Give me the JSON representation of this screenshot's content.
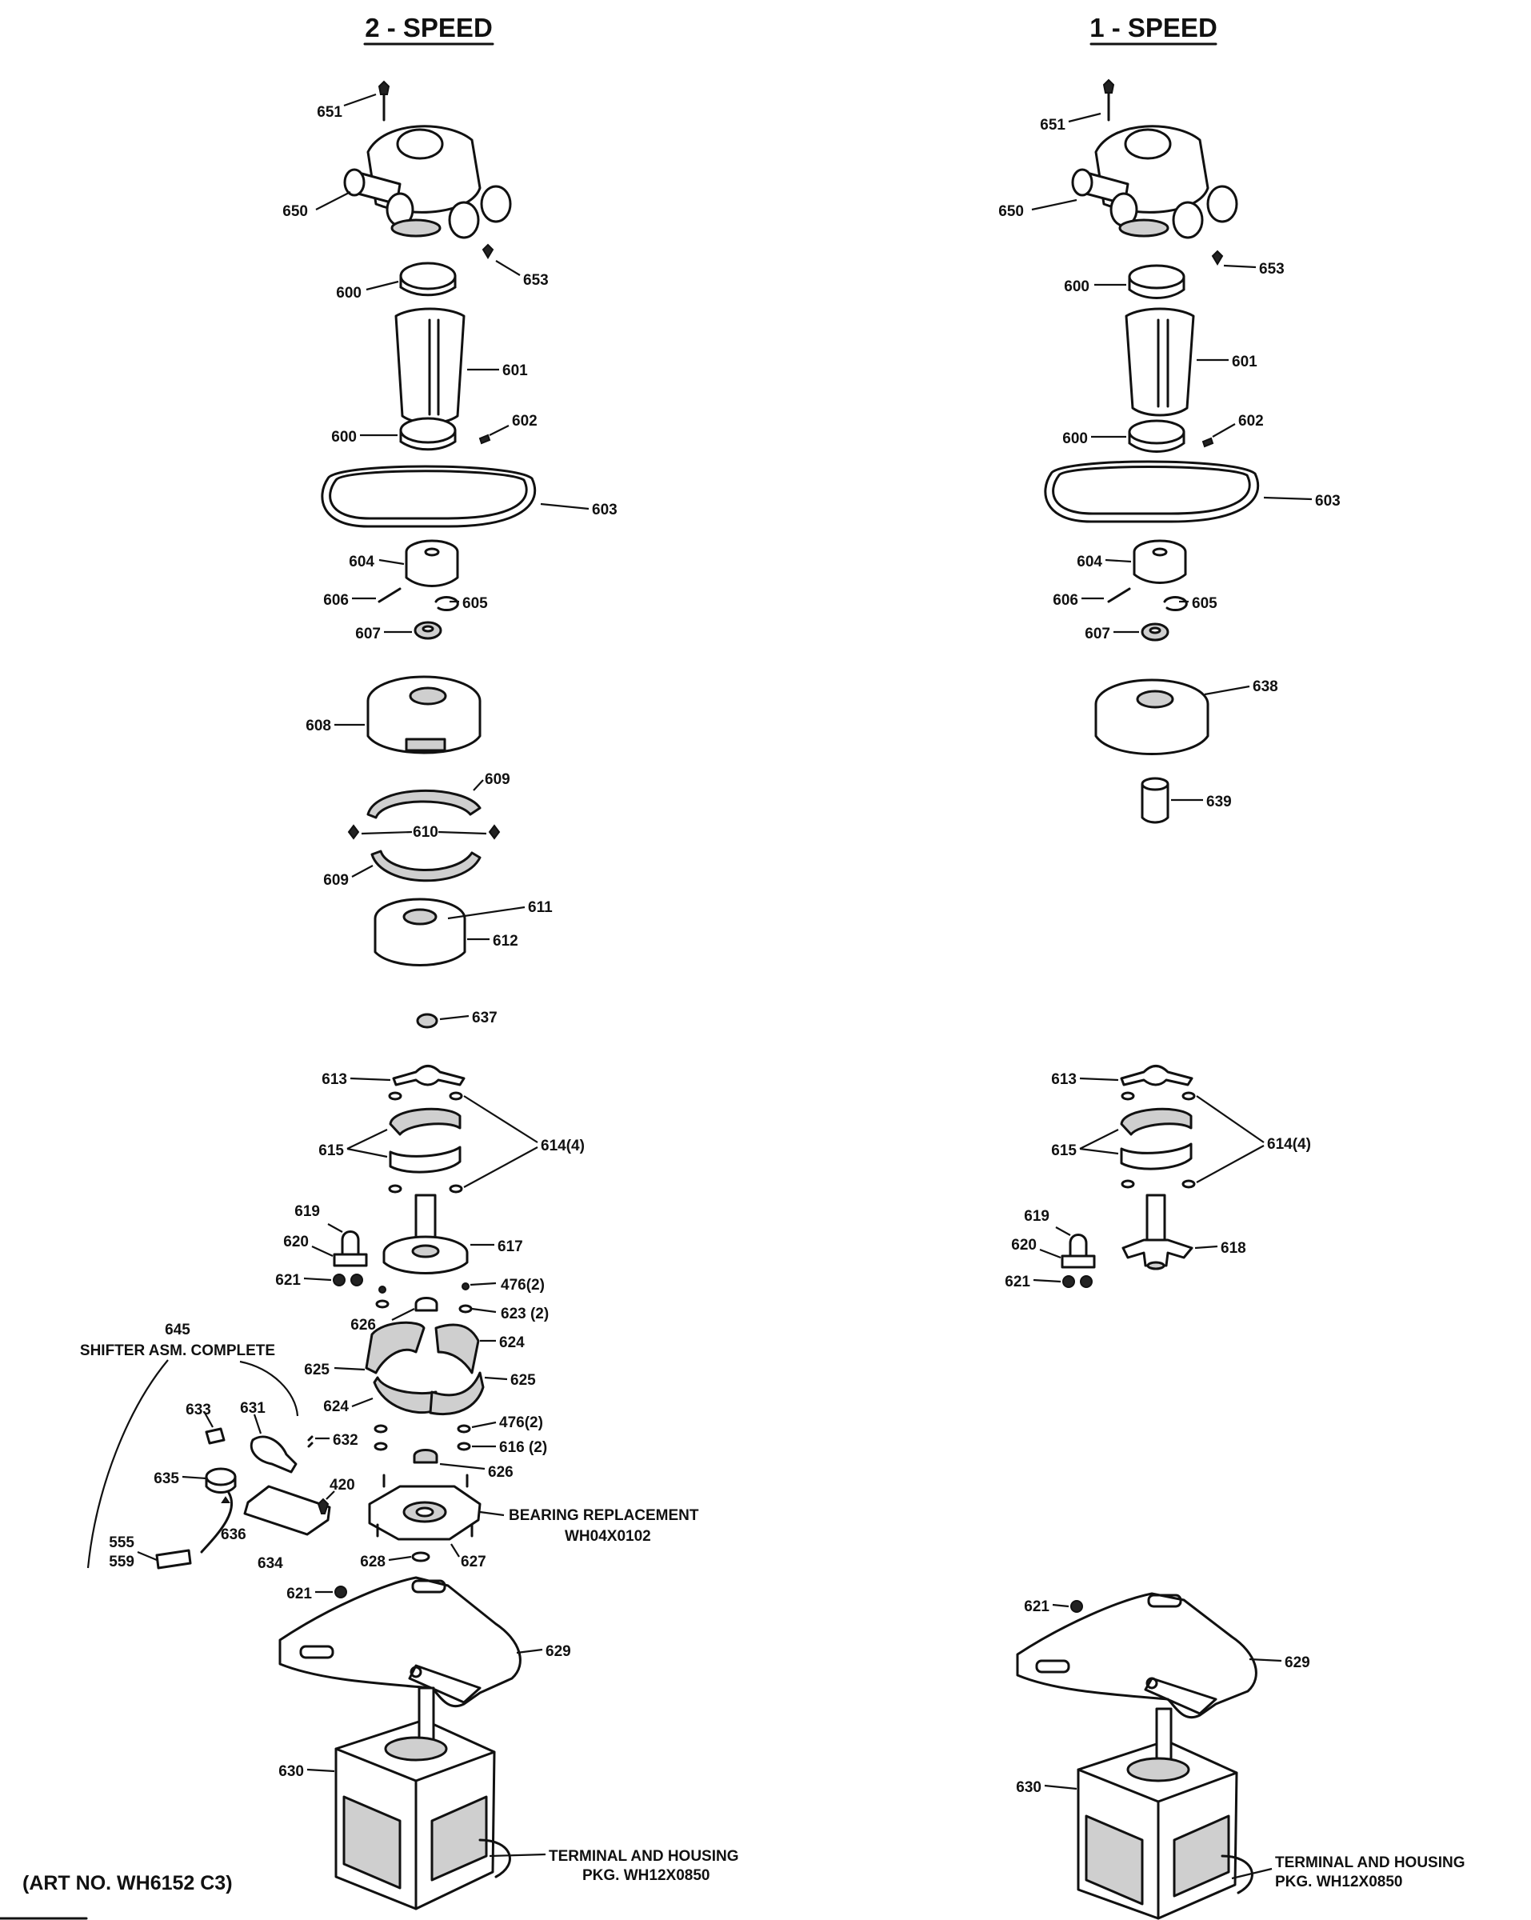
{
  "titles": {
    "left": "2 - SPEED",
    "right": "1 - SPEED"
  },
  "art_number": "(ART NO. WH6152 C3)",
  "notes": {
    "shifter_num": "645",
    "shifter_text": "SHIFTER ASM. COMPLETE",
    "bearing_line1": "BEARING REPLACEMENT",
    "bearing_line2": "WH04X0102",
    "terminal_line1_left": "TERMINAL AND HOUSING",
    "terminal_line2_left": "PKG. WH12X0850",
    "terminal_line1_right": "TERMINAL AND HOUSING",
    "terminal_line2_right": "PKG. WH12X0850"
  },
  "left_labels": {
    "p651": "651",
    "p650": "650",
    "p653": "653",
    "p600a": "600",
    "p601": "601",
    "p600b": "600",
    "p602": "602",
    "p603": "603",
    "p604": "604",
    "p606": "606",
    "p605": "605",
    "p607": "607",
    "p608": "608",
    "p609a": "609",
    "p610": "610",
    "p609b": "609",
    "p611": "611",
    "p612": "612",
    "p637": "637",
    "p613": "613",
    "p614": "614(4)",
    "p615": "615",
    "p619": "619",
    "p620": "620",
    "p617": "617",
    "p621a": "621",
    "p476a": "476(2)",
    "p626a": "626",
    "p623": "623 (2)",
    "p624a": "624",
    "p625a": "625",
    "p625b": "625",
    "p624b": "624",
    "p476b": "476(2)",
    "p616": "616 (2)",
    "p626b": "626",
    "p633": "633",
    "p631": "631",
    "p632": "632",
    "p635": "635",
    "p420": "420",
    "p636": "636",
    "p634": "634",
    "p555": "555",
    "p559": "559",
    "p628": "628",
    "p627": "627",
    "p621b": "621",
    "p629": "629",
    "p630": "630"
  },
  "right_labels": {
    "p651": "651",
    "p650": "650",
    "p653": "653",
    "p600a": "600",
    "p601": "601",
    "p600b": "600",
    "p602": "602",
    "p603": "603",
    "p604": "604",
    "p606": "606",
    "p605": "605",
    "p607": "607",
    "p638": "638",
    "p639": "639",
    "p613": "613",
    "p614": "614(4)",
    "p615": "615",
    "p619": "619",
    "p620": "620",
    "p618": "618",
    "p621a": "621",
    "p621b": "621",
    "p629": "629",
    "p630": "630"
  }
}
